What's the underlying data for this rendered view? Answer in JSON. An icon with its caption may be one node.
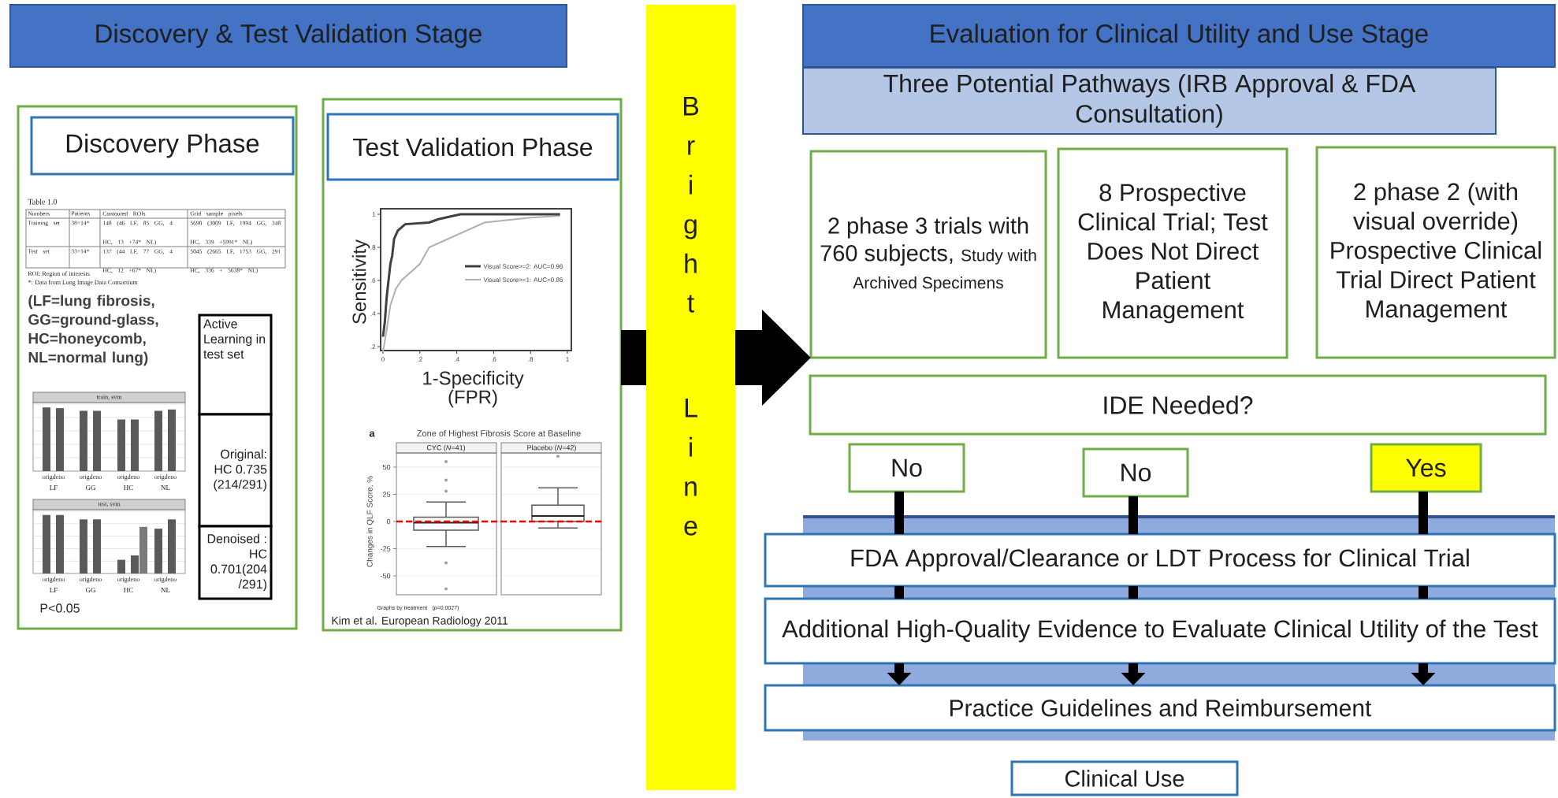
{
  "diagram": {
    "nodes": [
      {
        "text": [
          "Discovery & Test Validation Stage"
        ]
      },
      {
        "text": [],
        "shape": "box"
      },
      {
        "text": [
          "Discovery Phase"
        ],
        "in": 1
      },
      {
        "text": [
          "Active Learning in test set"
        ],
        "in": 1
      },
      {
        "text": [
          "Original: HC 0.735 (214/291)"
        ],
        "in": 1
      },
      {
        "text": [
          "Denoised : HC 0.701(204 /291)"
        ],
        "in": 1
      },
      {
        "text": [],
        "shape": "box"
      },
      {
        "text": [
          "Test Validation Phase"
        ],
        "in": 6
      },
      {
        "text": [
          "Bright",
          "Line"
        ]
      },
      {
        "text": [
          "Evaluation for Clinical Utility and Use Stage"
        ]
      },
      {
        "text": [
          "Three Potential Pathways (IRB Approval & FDA Consultation)"
        ]
      },
      {
        "text": [
          "2 phase 3 trials with 760 subjects,",
          "Study with Archived Specimens"
        ]
      },
      {
        "text": [
          "8 Prospective Clinical Trial; Test Does Not Direct Patient Management"
        ]
      },
      {
        "text": [
          "2 phase 2 (with visual override) Prospective Clinical Trial Direct Patient Management"
        ]
      },
      {
        "text": [
          "IDE Needed?"
        ]
      },
      {
        "text": [
          "No"
        ]
      },
      {
        "text": [
          "No"
        ]
      },
      {
        "text": [
          "Yes"
        ]
      },
      {
        "text": [
          "FDA Approval/Clearance or LDT Process for Clinical Trial"
        ]
      },
      {
        "text": [
          "Additional High-Quality Evidence to Evaluate Clinical Utility of the Test"
        ]
      },
      {
        "text": [
          "Practice Guidelines and Reimbursement"
        ]
      },
      {
        "text": [
          "Clinical Use"
        ]
      }
    ],
    "edges": [
      {
        "from": 6,
        "to": 8,
        "arrow": "none",
        "style": "thick"
      },
      {
        "from": 8,
        "to": 11,
        "arrow": "to",
        "style": "thick"
      },
      {
        "from": 15,
        "to": 18,
        "arrow": "none"
      },
      {
        "from": 18,
        "to": 19,
        "arrow": "none"
      },
      {
        "from": 19,
        "to": 20,
        "arrow": "to"
      },
      {
        "from": 16,
        "to": 18,
        "arrow": "none"
      },
      {
        "from": 18,
        "to": 19,
        "arrow": "none"
      },
      {
        "from": 19,
        "to": 20,
        "arrow": "to"
      },
      {
        "from": 17,
        "to": 18,
        "arrow": "none"
      },
      {
        "from": 18,
        "to": 19,
        "arrow": "none"
      },
      {
        "from": 19,
        "to": 20,
        "arrow": "to"
      }
    ],
    "labels": [
      "Table 1.0",
      "Numbers",
      "Patients",
      "Contoured ROIs",
      "Grid sample pixels",
      "Training set",
      "38+14*",
      "148 (46 LF, 85 GG, 4 HC, 13 +74* NL)",
      "5690 (3009 LF, 1994 GG, 348 HC, 339 +5991* NL)",
      "Test set",
      "33+14*",
      "137 (44 LF, 77 GG, 4 HC, 12 +67* NL)",
      "5045 (2665 LF, 1753 GG, 291 HC, 336 + 5638* NL)",
      "ROI: Region of interests",
      "*: Data from Lung Image Data Consortium",
      "(LF=lung fibrosis, GG=ground-glass, HC=honeycomb, NL=normal lung)",
      "train, svm",
      "origdeno",
      "origdeno",
      "origdeno",
      "origdeno",
      "LF",
      "GG",
      "HC",
      "NL",
      "test, svm",
      "origdeno",
      "origdeno",
      "origdeno",
      "origdeno",
      "LF",
      "GG",
      "HC",
      "NL",
      "P<0.05",
      "1",
      ".8",
      ".6",
      ".4",
      ".2",
      "0",
      ".2",
      ".4",
      ".6",
      ".8",
      "1",
      "Sensitivity",
      "1-Specificity (FPR)",
      "a",
      "Zone of Highest Fibrosis Score at Baseline",
      "CYC (*N*=41)",
      "Placebo (*N*=42)",
      "50",
      "25",
      "0",
      "-25",
      "-50",
      "Changes in QLF Score, %",
      "Graphs by treatment",
      "(*p*=0.0027)",
      "Kim et al. European Radiology 2011"
    ],
    "legend": [
      {
        "text": "Visual Score>=2: AUC=0.96"
      },
      {
        "text": "Visual Score>=1: AUC=0.86"
      }
    ]
  }
}
